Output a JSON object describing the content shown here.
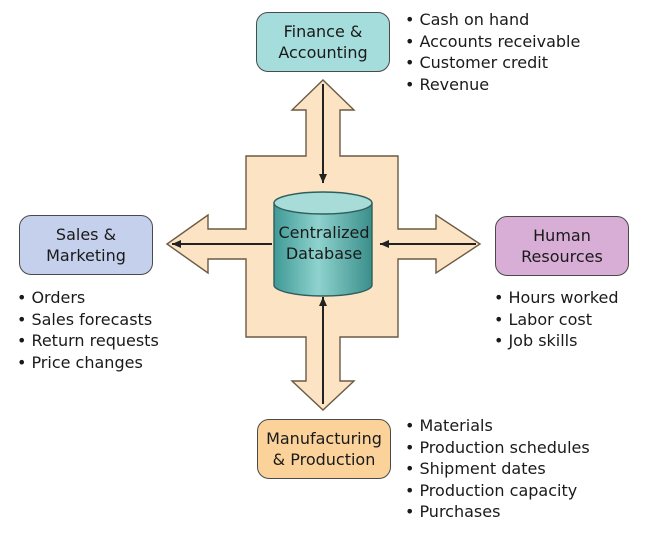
{
  "nodes": {
    "finance": {
      "lines": [
        "Finance &",
        "Accounting"
      ],
      "items": [
        "Cash on hand",
        "Accounts receivable",
        "Customer credit",
        "Revenue"
      ]
    },
    "sales": {
      "lines": [
        "Sales &",
        "Marketing"
      ],
      "items": [
        "Orders",
        "Sales forecasts",
        "Return requests",
        "Price changes"
      ]
    },
    "hr": {
      "lines": [
        "Human",
        "Resources"
      ],
      "items": [
        "Hours worked",
        "Labor cost",
        "Job skills"
      ]
    },
    "manufacturing": {
      "lines": [
        "Manufacturing",
        "& Production"
      ],
      "items": [
        "Materials",
        "Production schedules",
        "Shipment dates",
        "Production capacity",
        "Purchases"
      ]
    }
  },
  "database": {
    "lines": [
      "Centralized",
      "Database"
    ]
  },
  "colors": {
    "hub_fill": "#fbe3c3",
    "hub_stroke": "#6b5a44",
    "connector_line": "#222222",
    "finance_fill": "#a5dcdc",
    "sales_fill": "#c4d0ec",
    "hr_fill": "#d8aed6",
    "manufacturing_fill": "#fbd29a",
    "database_fill": "#5fb8b4",
    "database_top": "#a8dcd8"
  }
}
